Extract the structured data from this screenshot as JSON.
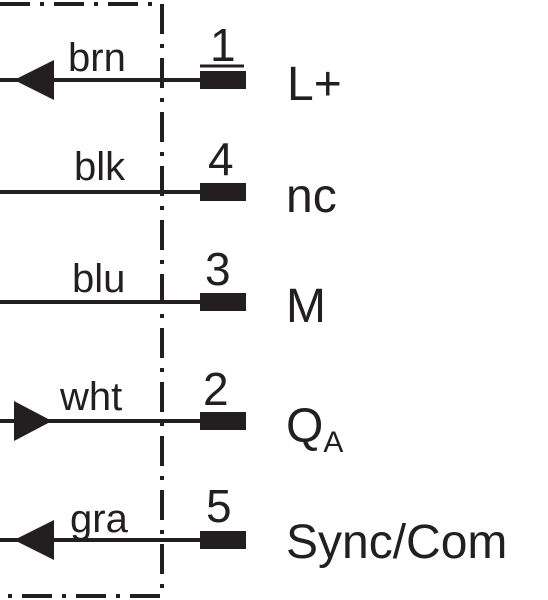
{
  "colors": {
    "ink": "#231f20",
    "background": "#ffffff"
  },
  "connections": [
    {
      "wire_color": "brn",
      "pin": "1",
      "signal": "L+",
      "signal_sub": "",
      "arrow": "outward-left",
      "pin_underlined": true
    },
    {
      "wire_color": "blk",
      "pin": "4",
      "signal": "nc",
      "signal_sub": "",
      "arrow": "none",
      "pin_underlined": false
    },
    {
      "wire_color": "blu",
      "pin": "3",
      "signal": "M",
      "signal_sub": "",
      "arrow": "none",
      "pin_underlined": false
    },
    {
      "wire_color": "wht",
      "pin": "2",
      "signal": "Q",
      "signal_sub": "A",
      "arrow": "inward-right",
      "pin_underlined": false
    },
    {
      "wire_color": "gra",
      "pin": "5",
      "signal": "Sync/Com",
      "signal_sub": "",
      "arrow": "outward-left",
      "pin_underlined": false
    }
  ]
}
